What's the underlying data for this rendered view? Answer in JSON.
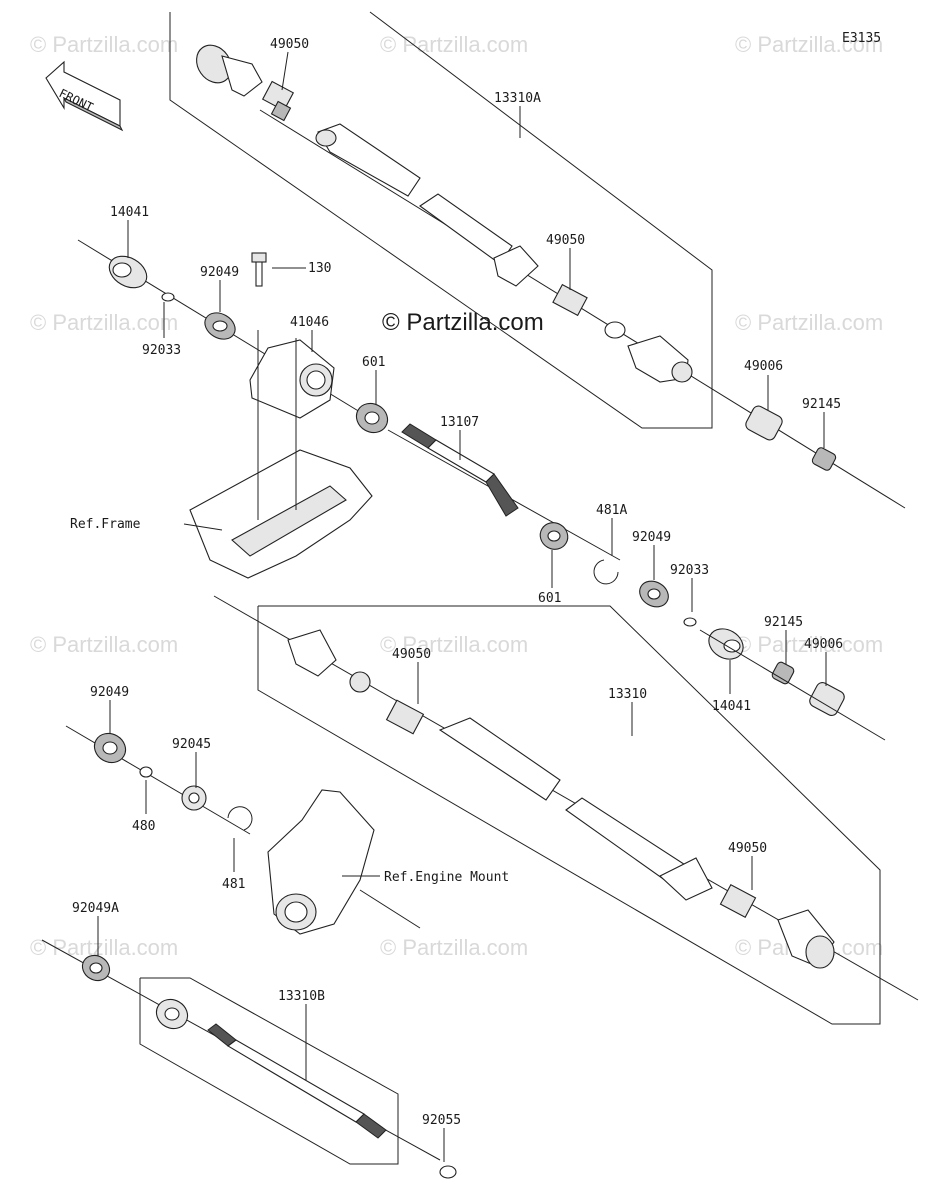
{
  "diagram_code": "E3135",
  "front_label": "FRONT",
  "watermark": "© Partzilla.com",
  "center_watermark": "© Partzilla.com",
  "refs": {
    "frame": "Ref.Frame",
    "engine_mount": "Ref.Engine Mount"
  },
  "labels": [
    "49050",
    "13310A",
    "14041",
    "92049",
    "130",
    "92033",
    "41046",
    "601",
    "49050",
    "49006",
    "92145",
    "13107",
    "481A",
    "92049",
    "92033",
    "601",
    "92145",
    "49006",
    "14041",
    "92049",
    "49050",
    "13310",
    "92045",
    "480",
    "481",
    "49050",
    "92049A",
    "13310B",
    "92055"
  ]
}
